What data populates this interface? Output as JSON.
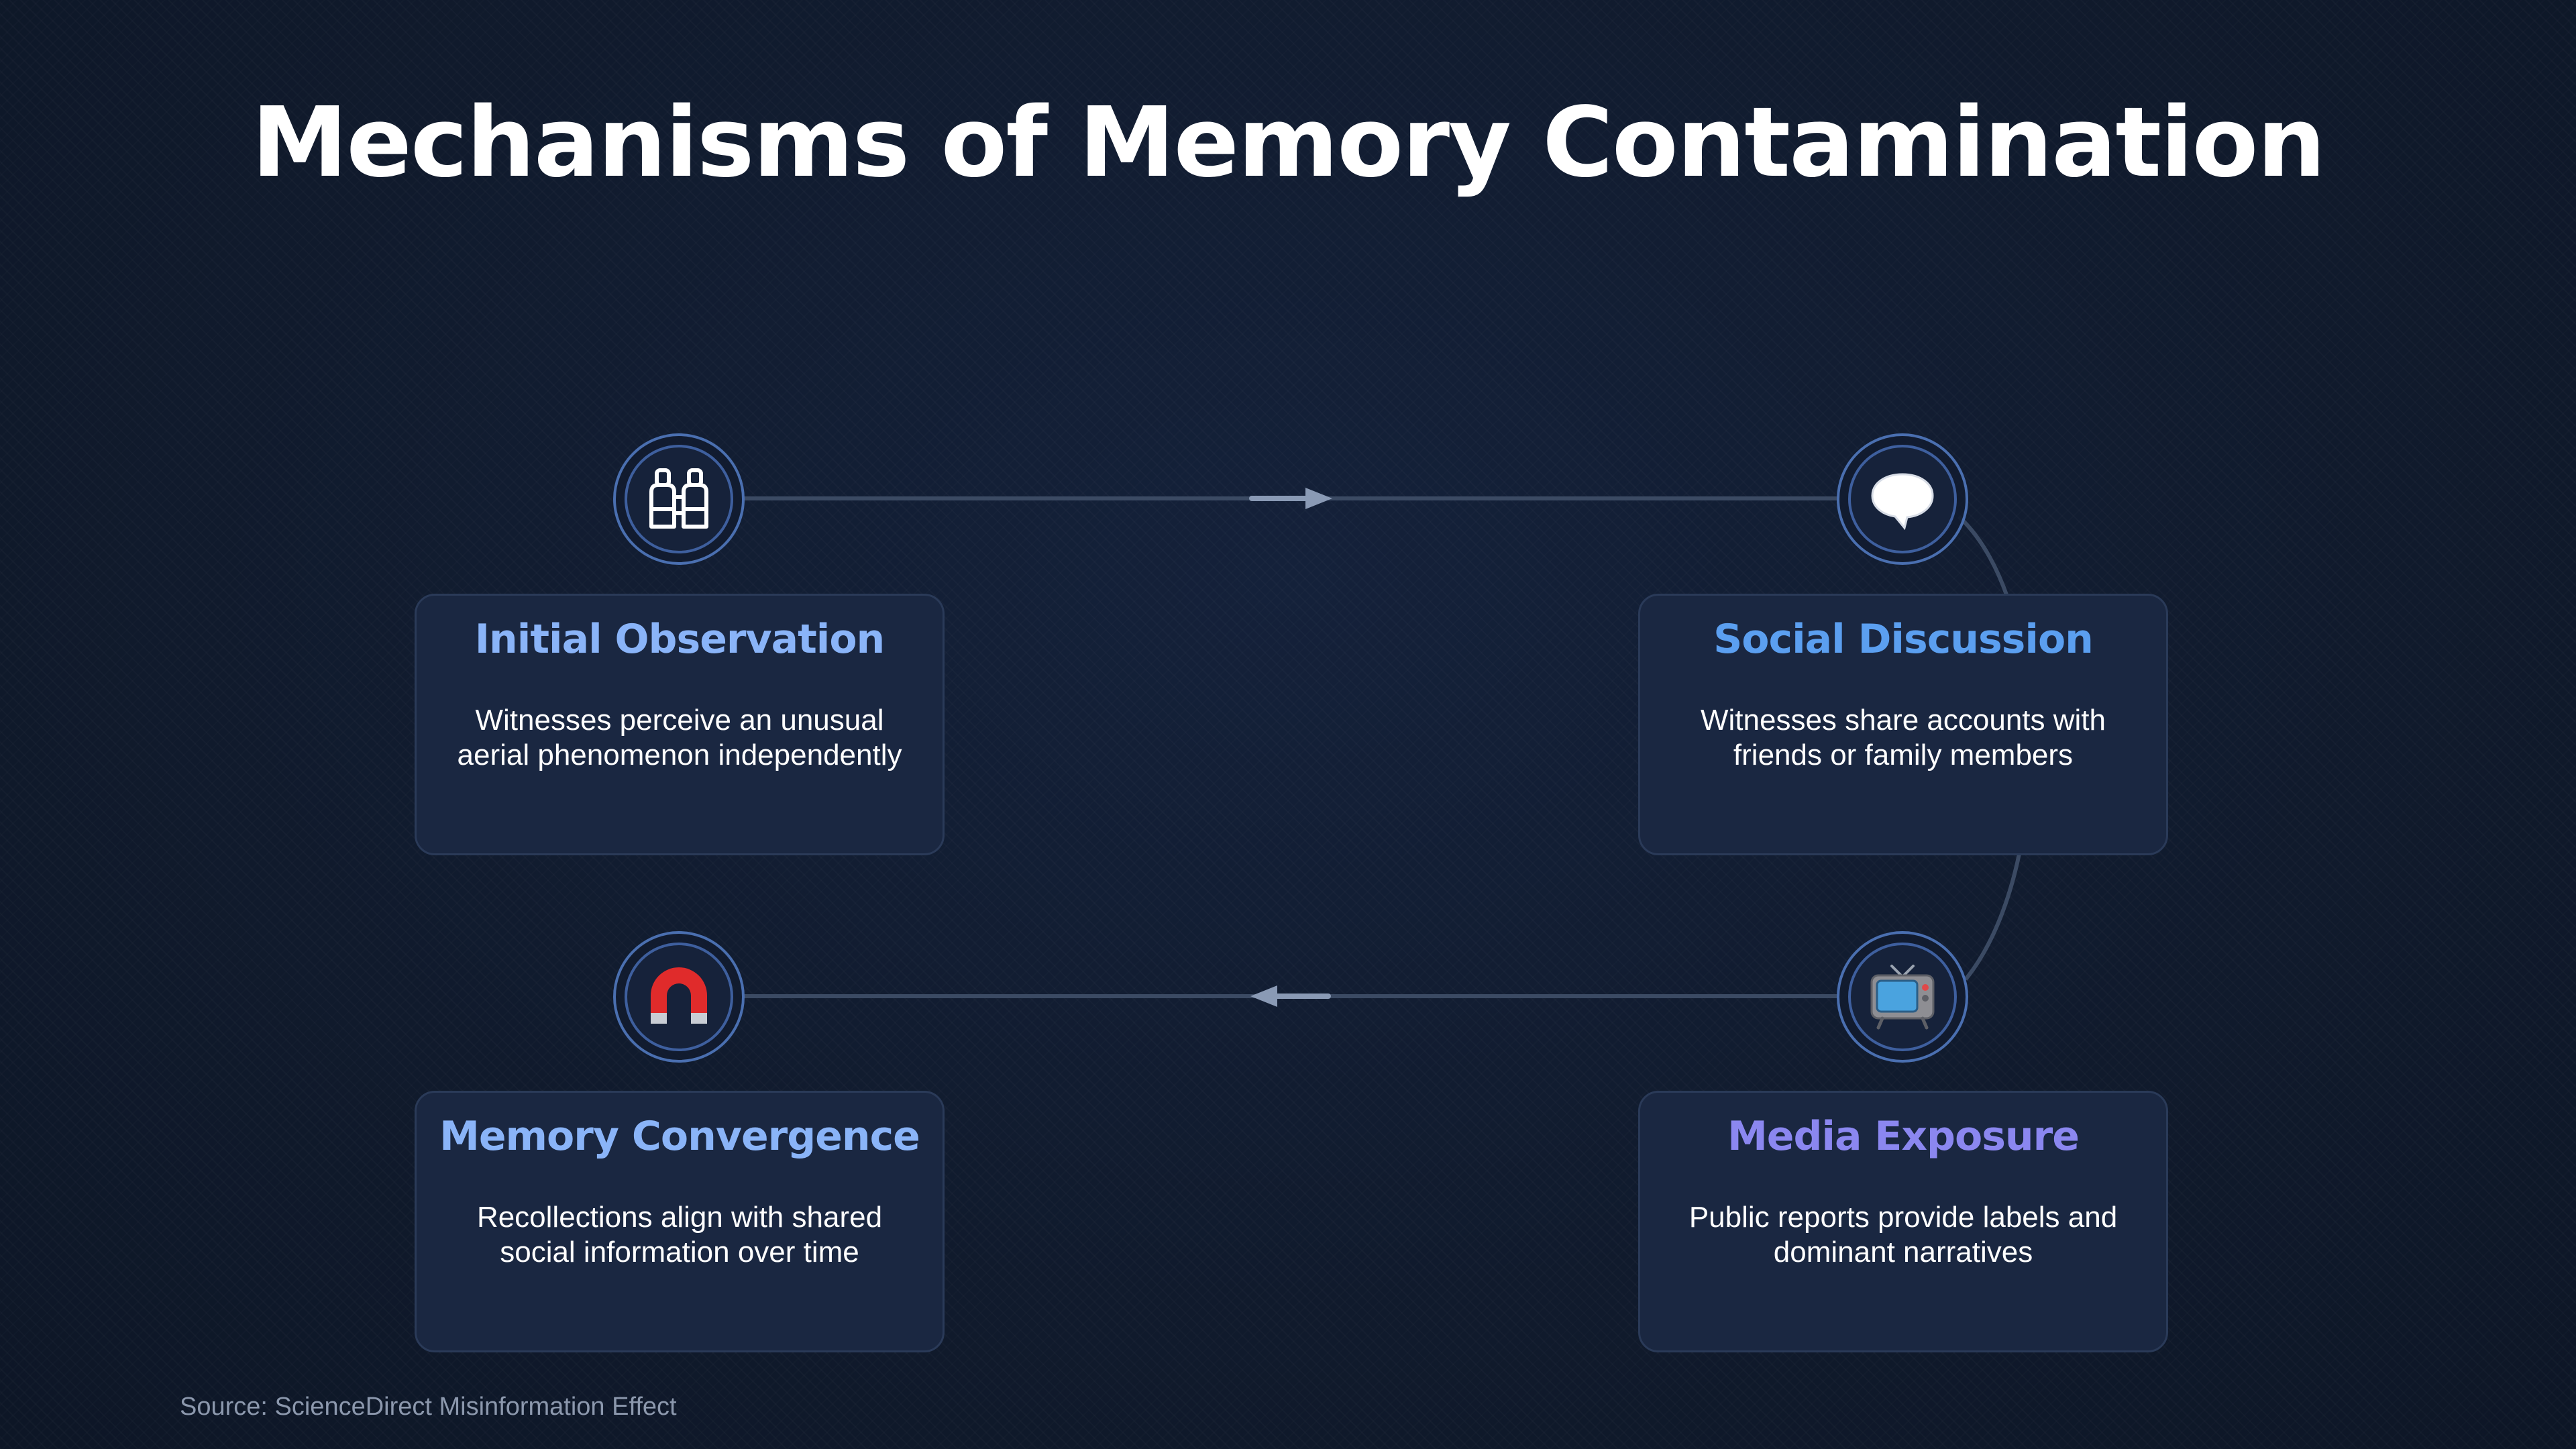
{
  "title": "Mechanisms of Memory Contamination",
  "colors": {
    "background": "#111b2e",
    "card_bg": "#1a2741",
    "connector": "#3b4a63",
    "arrow": "#8a9ab5",
    "title_initial": "#8ab4f8",
    "title_social": "#5b9ff0",
    "title_media": "#8b87f0",
    "title_memory": "#8ab4f8"
  },
  "steps": [
    {
      "title": "Initial Observation",
      "description": "Witnesses perceive an unusual aerial phenomenon independently",
      "icon": "binoculars-icon"
    },
    {
      "title": "Social Discussion",
      "description": "Witnesses share accounts with friends or family members",
      "icon": "speech-bubble-icon"
    },
    {
      "title": "Media Exposure",
      "description": "Public reports provide labels and dominant narratives",
      "icon": "television-icon"
    },
    {
      "title": "Memory Convergence",
      "description": "Recollections align with shared social information over time",
      "icon": "magnet-icon"
    }
  ],
  "source": "Source: ScienceDirect Misinformation Effect"
}
